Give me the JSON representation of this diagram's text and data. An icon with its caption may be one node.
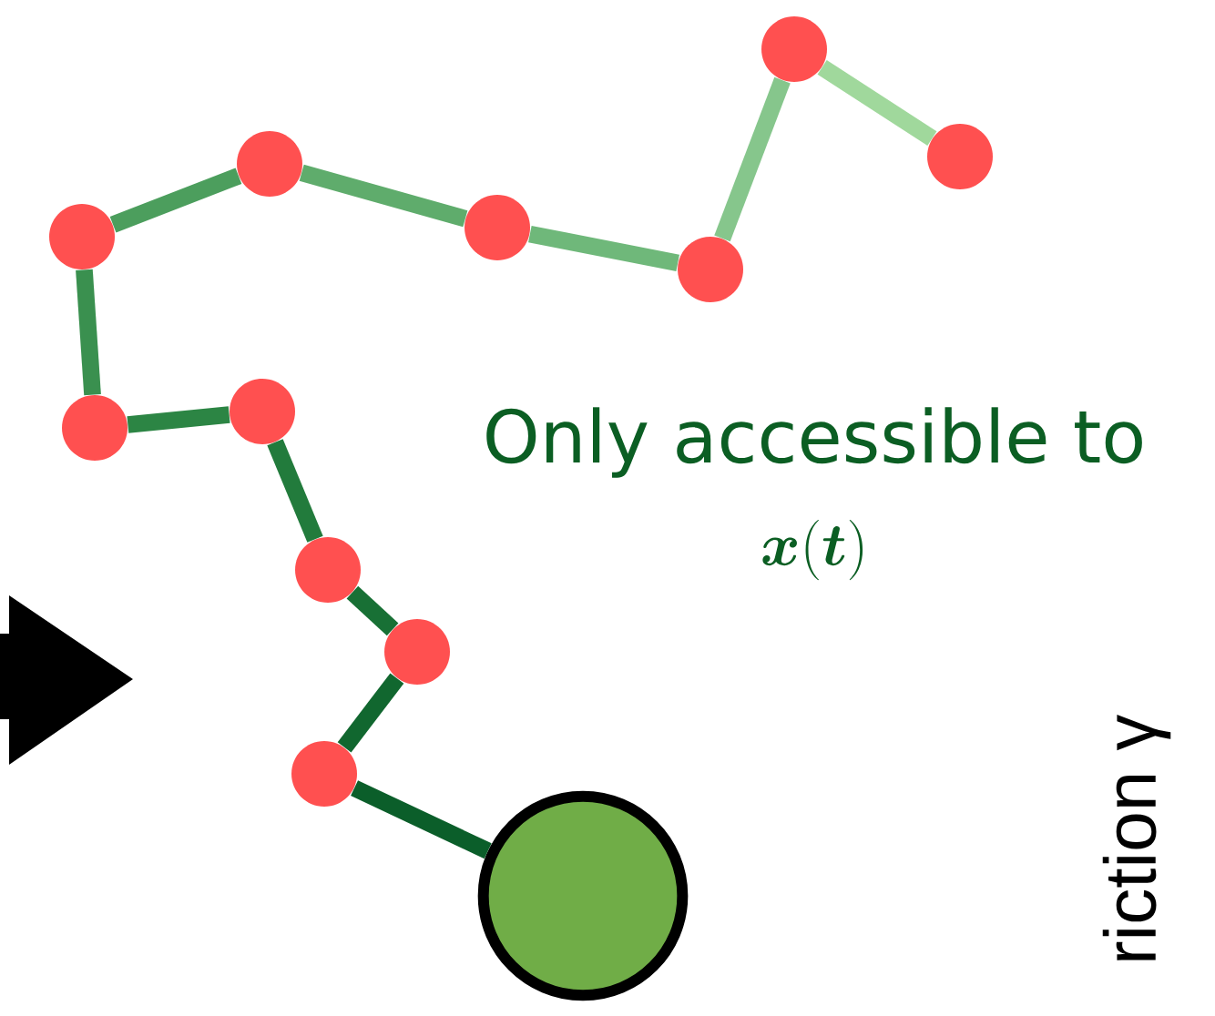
{
  "diagram": {
    "nodes": [
      {
        "text": [],
        "shape": "circle"
      },
      {
        "text": [],
        "shape": "circle"
      },
      {
        "text": [],
        "shape": "circle"
      },
      {
        "text": [],
        "shape": "circle"
      },
      {
        "text": [],
        "shape": "circle"
      },
      {
        "text": [],
        "shape": "circle"
      },
      {
        "text": [],
        "shape": "circle"
      },
      {
        "text": [],
        "shape": "circle"
      },
      {
        "text": [],
        "shape": "circle"
      },
      {
        "text": [],
        "shape": "circle"
      },
      {
        "text": [],
        "shape": "circle"
      },
      {
        "text": [],
        "shape": "circle"
      }
    ],
    "edges": [
      {
        "from": 11,
        "to": 10,
        "arrow": "none",
        "color": "#0b5e2a"
      },
      {
        "from": 10,
        "to": 9,
        "arrow": "none",
        "color": "#11672f"
      },
      {
        "from": 9,
        "to": 8,
        "arrow": "none",
        "color": "#187035"
      },
      {
        "from": 8,
        "to": 6,
        "arrow": "none",
        "color": "#227b3c"
      },
      {
        "from": 6,
        "to": 7,
        "arrow": "none",
        "color": "#2c8544"
      },
      {
        "from": 7,
        "to": 4,
        "arrow": "none",
        "color": "#3a904f"
      },
      {
        "from": 4,
        "to": 2,
        "arrow": "none",
        "color": "#4c9e5d"
      },
      {
        "from": 2,
        "to": 3,
        "arrow": "none",
        "color": "#5fac6c"
      },
      {
        "from": 3,
        "to": 5,
        "arrow": "none",
        "color": "#6fb87a"
      },
      {
        "from": 5,
        "to": 0,
        "arrow": "none",
        "color": "#86c68c"
      },
      {
        "from": 0,
        "to": 1,
        "arrow": "none",
        "color": "#a0d89c"
      }
    ],
    "labels": [
      "Only accessible to",
      "\\boldsymbol{x}(\\boldsymbol{t})",
      "riction γ"
    ]
  }
}
